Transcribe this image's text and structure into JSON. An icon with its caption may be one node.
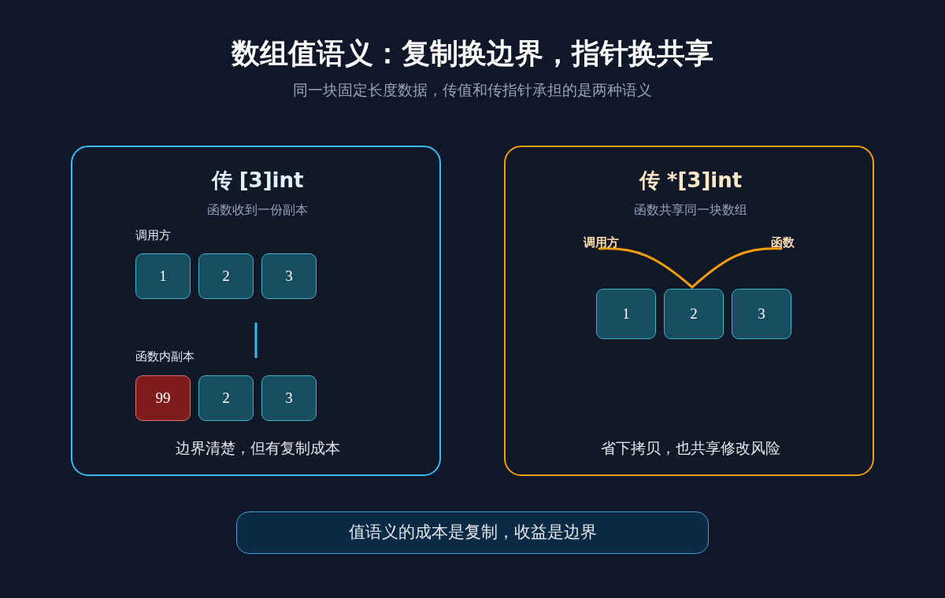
{
  "diagram": {
    "title": "数组值语义：复制换边界，指针换共享",
    "nodes": [
      {
        "text": [
          "传 [3]int",
          "函数收到一份副本",
          "调用方",
          "函数内副本",
          "边界清楚，但有复制成本"
        ]
      },
      {
        "text": [
          "1"
        ],
        "in": 0
      },
      {
        "text": [
          "2"
        ],
        "in": 0
      },
      {
        "text": [
          "3"
        ],
        "in": 0
      },
      {
        "text": [
          "99"
        ],
        "in": 0
      },
      {
        "text": [
          "2"
        ],
        "in": 0
      },
      {
        "text": [
          "3"
        ],
        "in": 0
      },
      {
        "text": [
          "传 *[3]int",
          "函数共享同一块数组",
          "省下拷贝，也共享修改风险"
        ]
      },
      {
        "text": [
          "调用方"
        ],
        "in": 7
      },
      {
        "text": [
          "函数"
        ],
        "in": 7
      },
      {
        "text": [
          "1"
        ],
        "in": 7
      },
      {
        "text": [
          "2"
        ],
        "in": 7
      },
      {
        "text": [
          "3"
        ],
        "in": 7
      },
      {
        "text": [
          "值语义的成本是复制，收益是边界"
        ]
      }
    ],
    "edges": [
      {
        "from": 8,
        "to": 11,
        "arrow": "none"
      },
      {
        "from": 9,
        "to": 11,
        "arrow": "none"
      }
    ],
    "labels": [
      "同一块固定长度数据，传值和传指针承担的是两种语义"
    ]
  }
}
